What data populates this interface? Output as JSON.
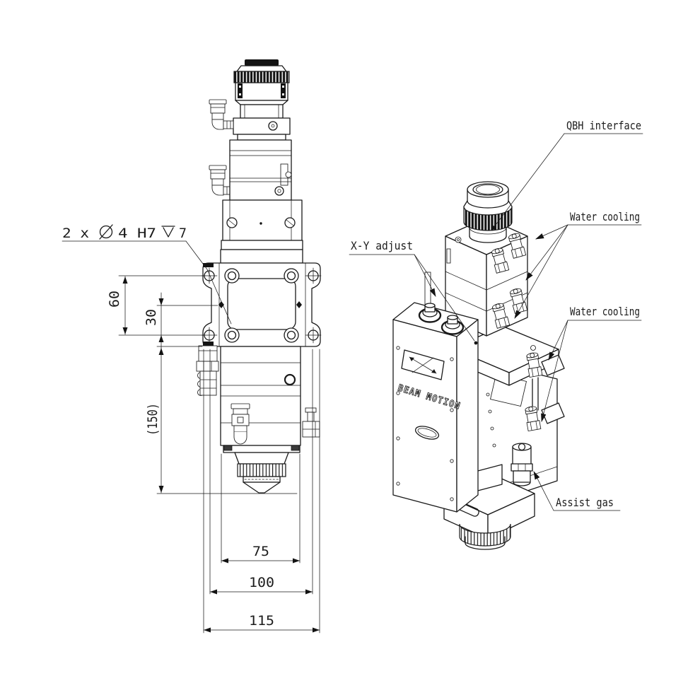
{
  "front_view": {
    "hole_note": {
      "count_prefix": "2 x",
      "size": "4 H7",
      "depth": "7"
    },
    "dimensions": {
      "height_60": "60",
      "height_30": "30",
      "height_150": "(150)",
      "width_75": "75",
      "width_100": "100",
      "width_115": "115"
    }
  },
  "iso_view": {
    "brand": "BEAM MOTION",
    "callouts": {
      "qbh": "QBH interface",
      "water_cooling_top": "Water cooling",
      "xy_adjust": "X-Y adjust",
      "water_cooling_side": "Water cooling",
      "assist_gas": "Assist gas"
    }
  },
  "colors": {
    "line": "#1a1a1a",
    "dark_fill": "#131313",
    "background": "#ffffff"
  }
}
